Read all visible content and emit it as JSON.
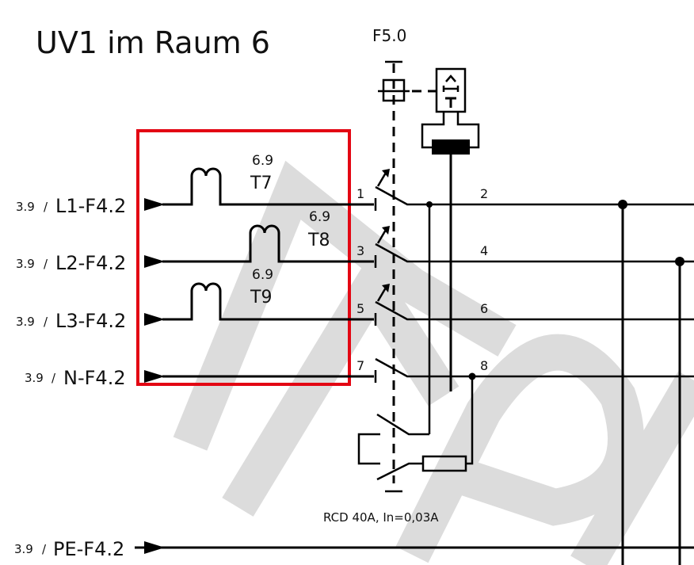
{
  "title": "UV1 im Raum 6",
  "device": {
    "reference": "F5.0",
    "description": "RCD 40A, In=0,03A"
  },
  "inputs": [
    {
      "page_ref": "3.9",
      "separator": "/",
      "name": "L1-F4.2"
    },
    {
      "page_ref": "3.9",
      "separator": "/",
      "name": "L2-F4.2"
    },
    {
      "page_ref": "3.9",
      "separator": "/",
      "name": "L3-F4.2"
    },
    {
      "page_ref": "3.9",
      "separator": "/",
      "name": "N-F4.2"
    },
    {
      "page_ref": "3.9",
      "separator": "/",
      "name": "PE-F4.2"
    }
  ],
  "terminals": [
    {
      "ref": "6.9",
      "name": "T7"
    },
    {
      "ref": "6.9",
      "name": "T8"
    },
    {
      "ref": "6.9",
      "name": "T9"
    }
  ],
  "pins_in": [
    "1",
    "3",
    "5",
    "7"
  ],
  "pins_out": [
    "2",
    "4",
    "6",
    "8"
  ],
  "highlight_color": "#e30613",
  "watermark_color": "#dcdcdc"
}
